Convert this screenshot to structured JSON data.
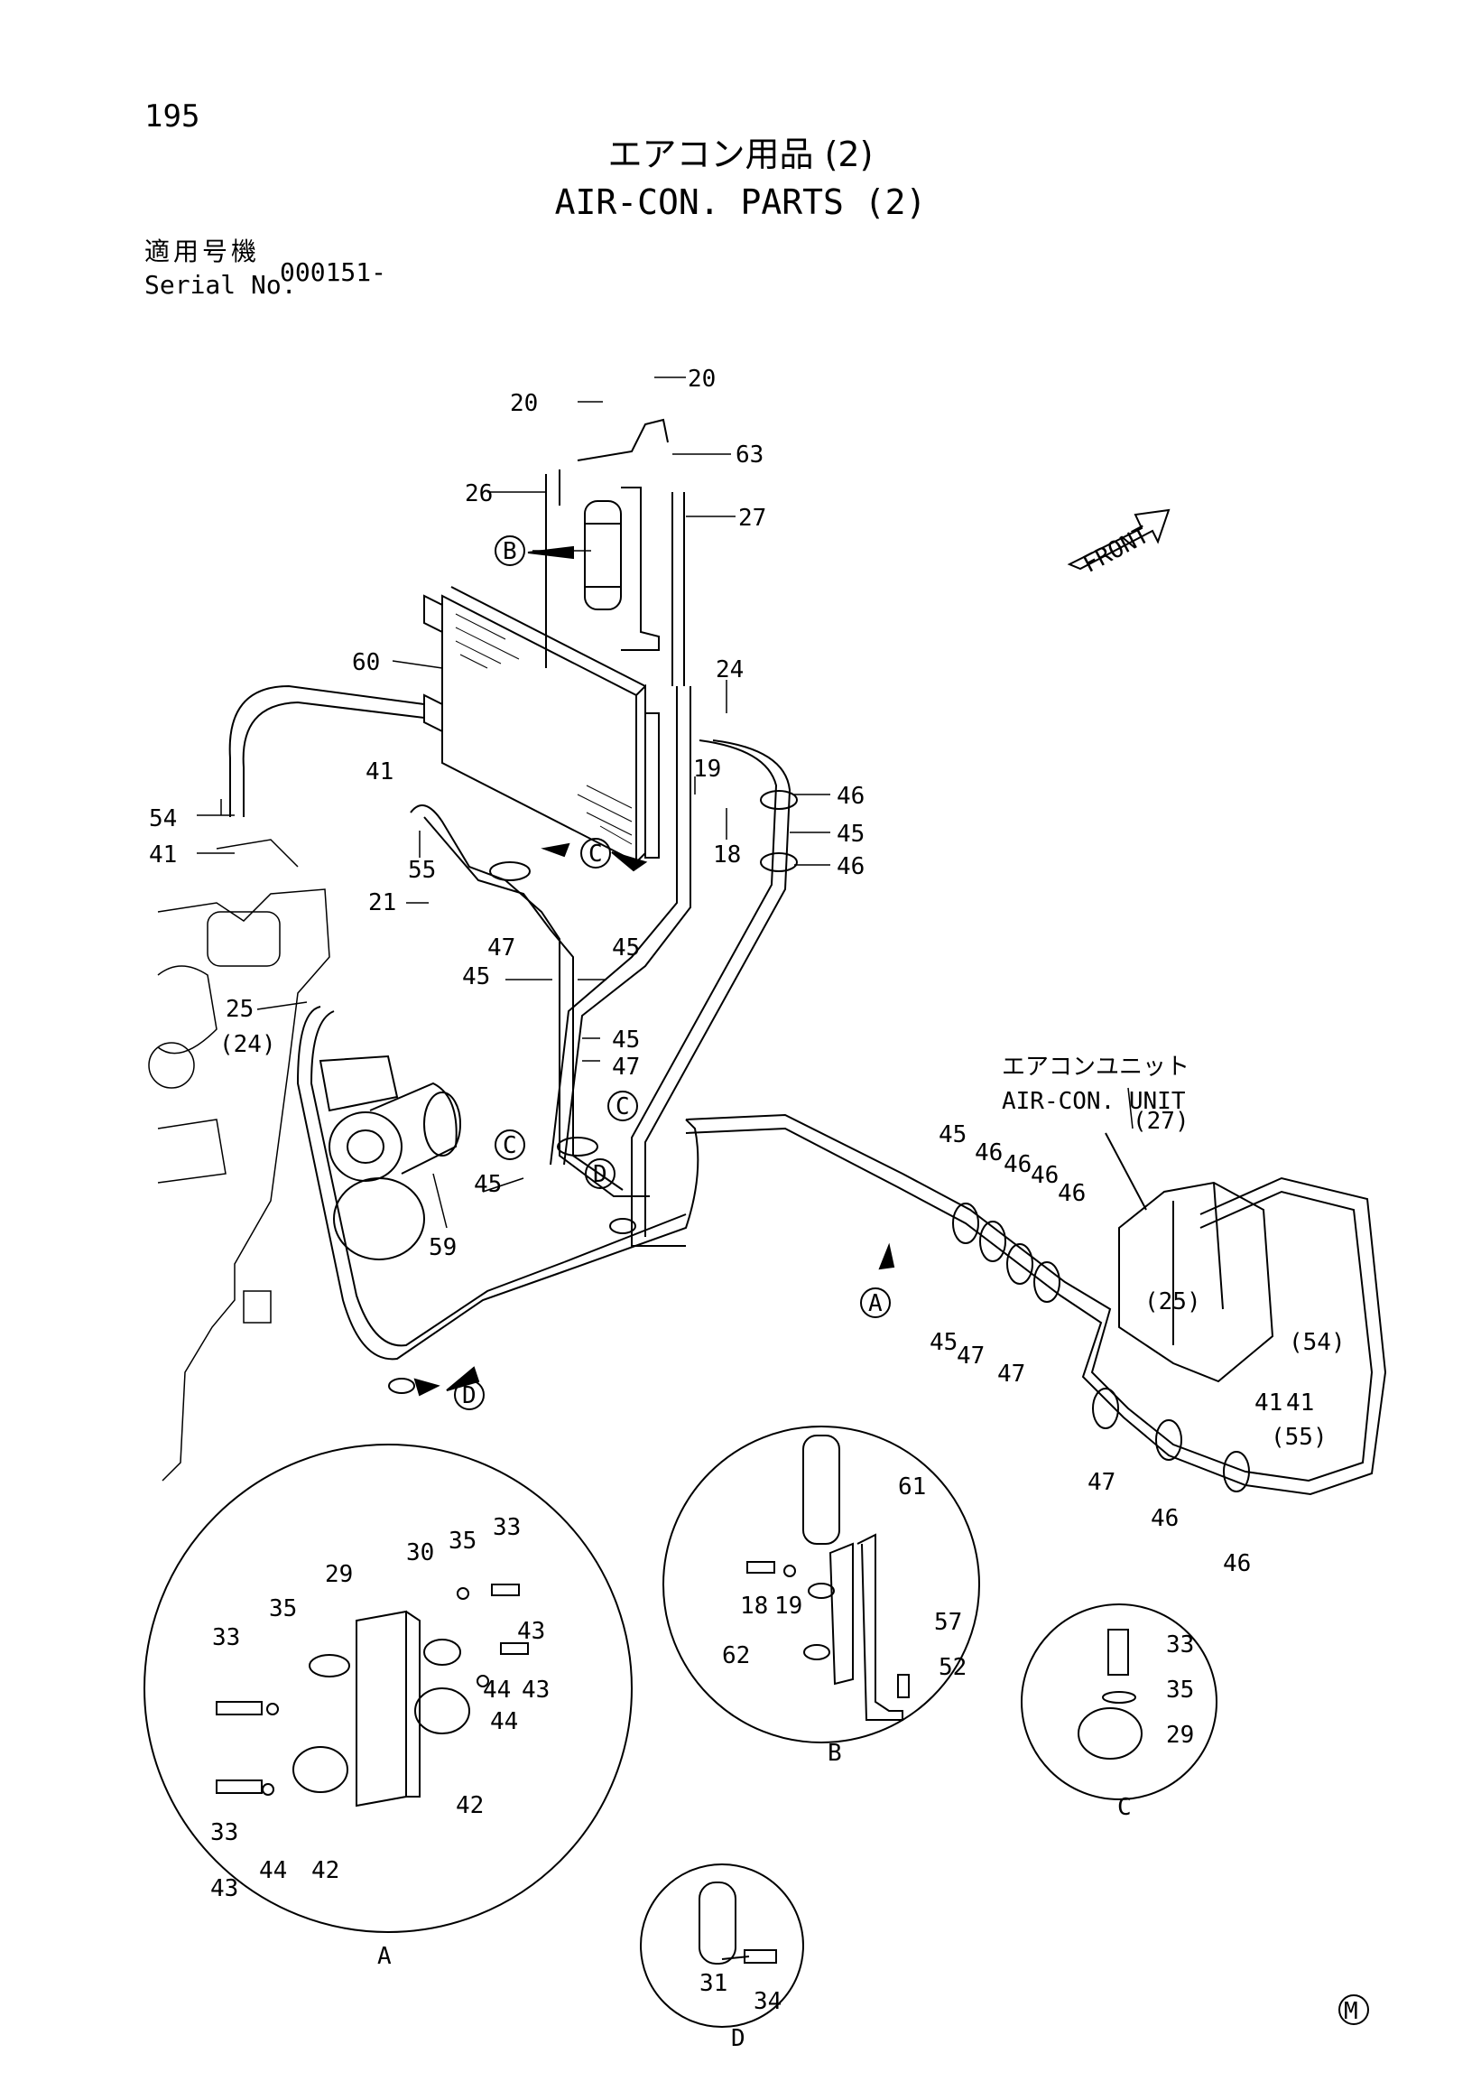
{
  "header": {
    "page_number": "195",
    "title_jp": "エアコン用品 (2)",
    "title_en": "AIR-CON. PARTS (2)",
    "serial_label_jp": "適用号機",
    "serial_label_en": "Serial No.",
    "serial_value": "000151-"
  },
  "diagram": {
    "front_label": "FRONT",
    "unit_label_jp": "エアコンユニット",
    "unit_label_en": "AIR-CON. UNIT",
    "footer_mark": "M",
    "main_callouts": [
      "20",
      "20",
      "63",
      "26",
      "27",
      "24",
      "60",
      "19",
      "18",
      "46",
      "45",
      "46",
      "41",
      "54",
      "41",
      "55",
      "21",
      "47",
      "45",
      "45",
      "25",
      "(24)",
      "45",
      "47",
      "59",
      "45",
      "(27)",
      "45",
      "46",
      "46",
      "46",
      "46",
      "(25)",
      "45",
      "47",
      "47",
      "(54)",
      "41",
      "41",
      "(55)",
      "47",
      "46",
      "46"
    ],
    "ref_markers": [
      "B",
      "C",
      "C",
      "C",
      "D",
      "A",
      "D"
    ],
    "detail_A": {
      "label": "A",
      "callouts": [
        "33",
        "35",
        "30",
        "29",
        "35",
        "33",
        "43",
        "44",
        "33",
        "43",
        "44",
        "42",
        "43",
        "44",
        "42"
      ]
    },
    "detail_B": {
      "label": "B",
      "callouts": [
        "61",
        "18",
        "19",
        "57",
        "62",
        "52"
      ]
    },
    "detail_C": {
      "label": "C",
      "callouts": [
        "33",
        "35",
        "29"
      ]
    },
    "detail_D": {
      "label": "D",
      "callouts": [
        "31",
        "34"
      ]
    }
  }
}
